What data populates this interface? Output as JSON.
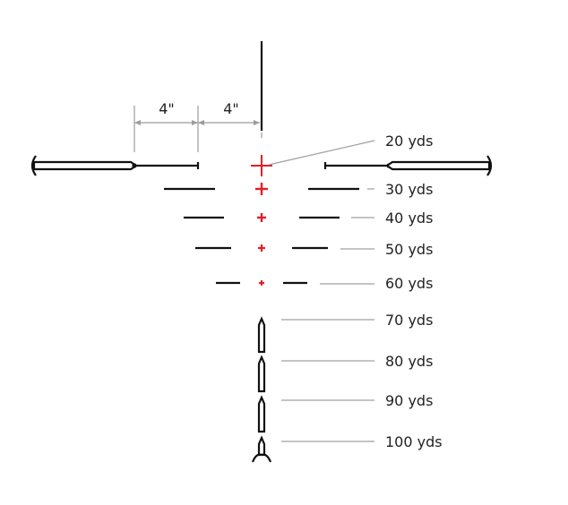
{
  "dimensions": {
    "left_label": "4\"",
    "right_label": "4\""
  },
  "range_labels": [
    "20 yds",
    "30 yds",
    "40 yds",
    "50 yds",
    "60 yds",
    "70 yds",
    "80 yds",
    "90 yds",
    "100 yds"
  ],
  "colors": {
    "aim_point": "#e41e25",
    "reticle_lines": "#111111",
    "leader_lines": "#a0a0a0",
    "label_text": "#222222"
  }
}
